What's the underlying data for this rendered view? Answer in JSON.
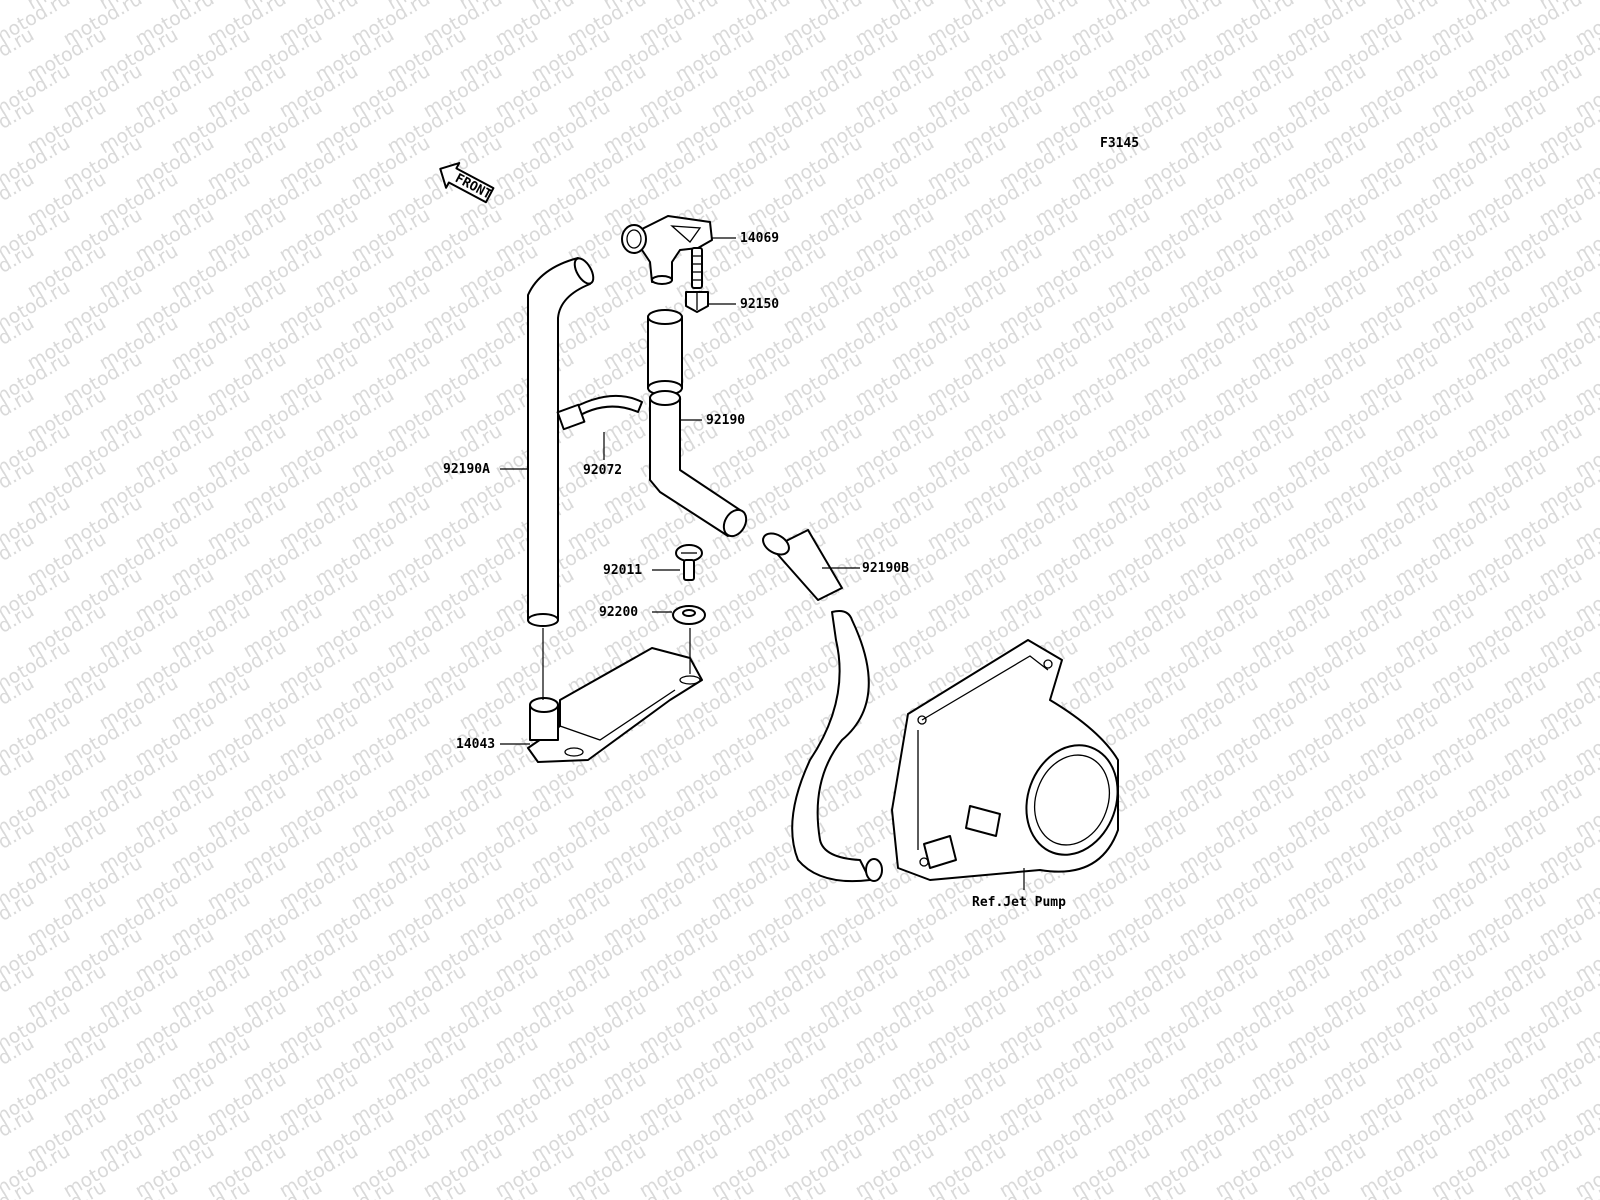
{
  "figure_code": "F3145",
  "front_arrow_label": "FRONT",
  "watermark": "motod.ru",
  "parts": {
    "p14069": "14069",
    "p92150": "92150",
    "p92190": "92190",
    "p92190A": "92190A",
    "p92072": "92072",
    "p92011": "92011",
    "p92190B": "92190B",
    "p92200": "92200",
    "p14043": "14043",
    "ref_jet_pump": "Ref.Jet Pump"
  }
}
